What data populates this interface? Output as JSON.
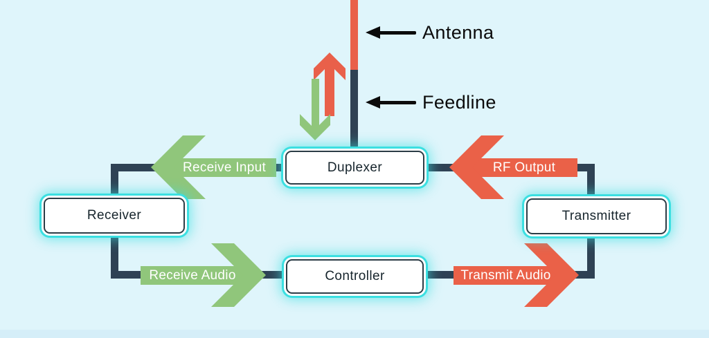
{
  "diagram": {
    "background_color": "#DFF5FB",
    "colors": {
      "connector_line": "#2F4254",
      "transmit_orange": "#EA6148",
      "receive_green": "#90C67B",
      "box_glow_ring": "#3BDFE1",
      "box_border": "#2B3C46",
      "box_text": "#16242C",
      "arrow_label_text": "#FFFFFF",
      "annotation_text": "#0B0B0B"
    },
    "boxes": [
      {
        "id": "duplexer",
        "label": "Duplexer"
      },
      {
        "id": "receiver",
        "label": "Receiver"
      },
      {
        "id": "transmitter",
        "label": "Transmitter"
      },
      {
        "id": "controller",
        "label": "Controller"
      }
    ],
    "signal_arrows": [
      {
        "id": "receive-input",
        "label": "Receive Input",
        "color": "green",
        "direction": "left",
        "from": "Duplexer",
        "to": "Receiver"
      },
      {
        "id": "rf-output",
        "label": "RF Output",
        "color": "orange",
        "direction": "left",
        "from": "Transmitter",
        "to": "Duplexer"
      },
      {
        "id": "receive-audio",
        "label": "Receive Audio",
        "color": "green",
        "direction": "right",
        "from": "Receiver",
        "to": "Controller"
      },
      {
        "id": "transmit-audio",
        "label": "Transmit Audio",
        "color": "orange",
        "direction": "right",
        "from": "Controller",
        "to": "Transmitter"
      },
      {
        "id": "feedline-up",
        "label": "",
        "color": "orange",
        "direction": "up",
        "from": "Duplexer",
        "to": "Antenna"
      },
      {
        "id": "feedline-down",
        "label": "",
        "color": "green",
        "direction": "down",
        "from": "Antenna",
        "to": "Duplexer"
      }
    ],
    "annotations": [
      {
        "id": "antenna",
        "label": "Antenna"
      },
      {
        "id": "feedline",
        "label": "Feedline"
      }
    ]
  }
}
